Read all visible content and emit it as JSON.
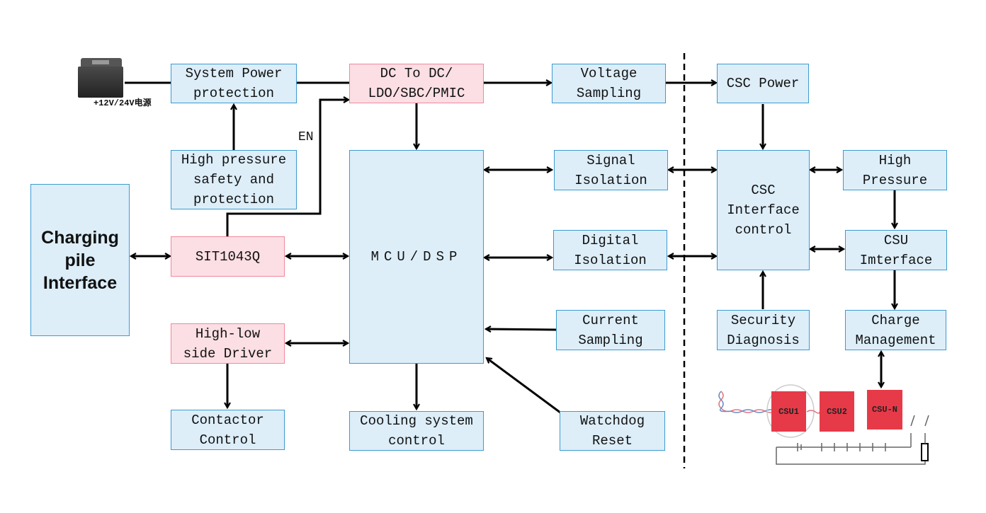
{
  "power_source": {
    "label": "+12V/24V电源",
    "icon": "battery-icon"
  },
  "blocks": {
    "system_power_protection": "System Power\nprotection",
    "dc_to_dc": "DC To DC/\nLDO/SBC/PMIC",
    "voltage_sampling": "Voltage\nSampling",
    "csc_power": "CSC Power",
    "high_pressure_safety": "High pressure\nsafety and\nprotection",
    "charging_pile_interface": "Charging\npile\nInterface",
    "sit1043q": "SIT1043Q",
    "mcu_dsp": "MCU/DSP",
    "signal_isolation": "Signal\nIsolation",
    "digital_isolation": "Digital\nIsolation",
    "csc_interface_control": "CSC\nInterface\ncontrol",
    "high_pressure": "High\nPressure",
    "csu_interface": "CSU\nImterface",
    "high_low_side_driver": "High-low\nside Driver",
    "current_sampling": "Current\nSampling",
    "security_diagnosis": "Security\nDiagnosis",
    "charge_management": "Charge\nManagement",
    "contactor_control": "Contactor\nControl",
    "cooling_system_control": "Cooling system\ncontrol",
    "watchdog_reset": "Watchdog\nReset"
  },
  "signals": {
    "enable": "EN"
  },
  "battery_pack": {
    "units": [
      "CSU1",
      "CSU2",
      "CSU-N"
    ]
  },
  "colors": {
    "blue_fill": "#ddeef9",
    "blue_border": "#3c9bd0",
    "pink_fill": "#fbdfe4",
    "pink_border": "#f08a9a",
    "csu_red": "#e63a48"
  }
}
